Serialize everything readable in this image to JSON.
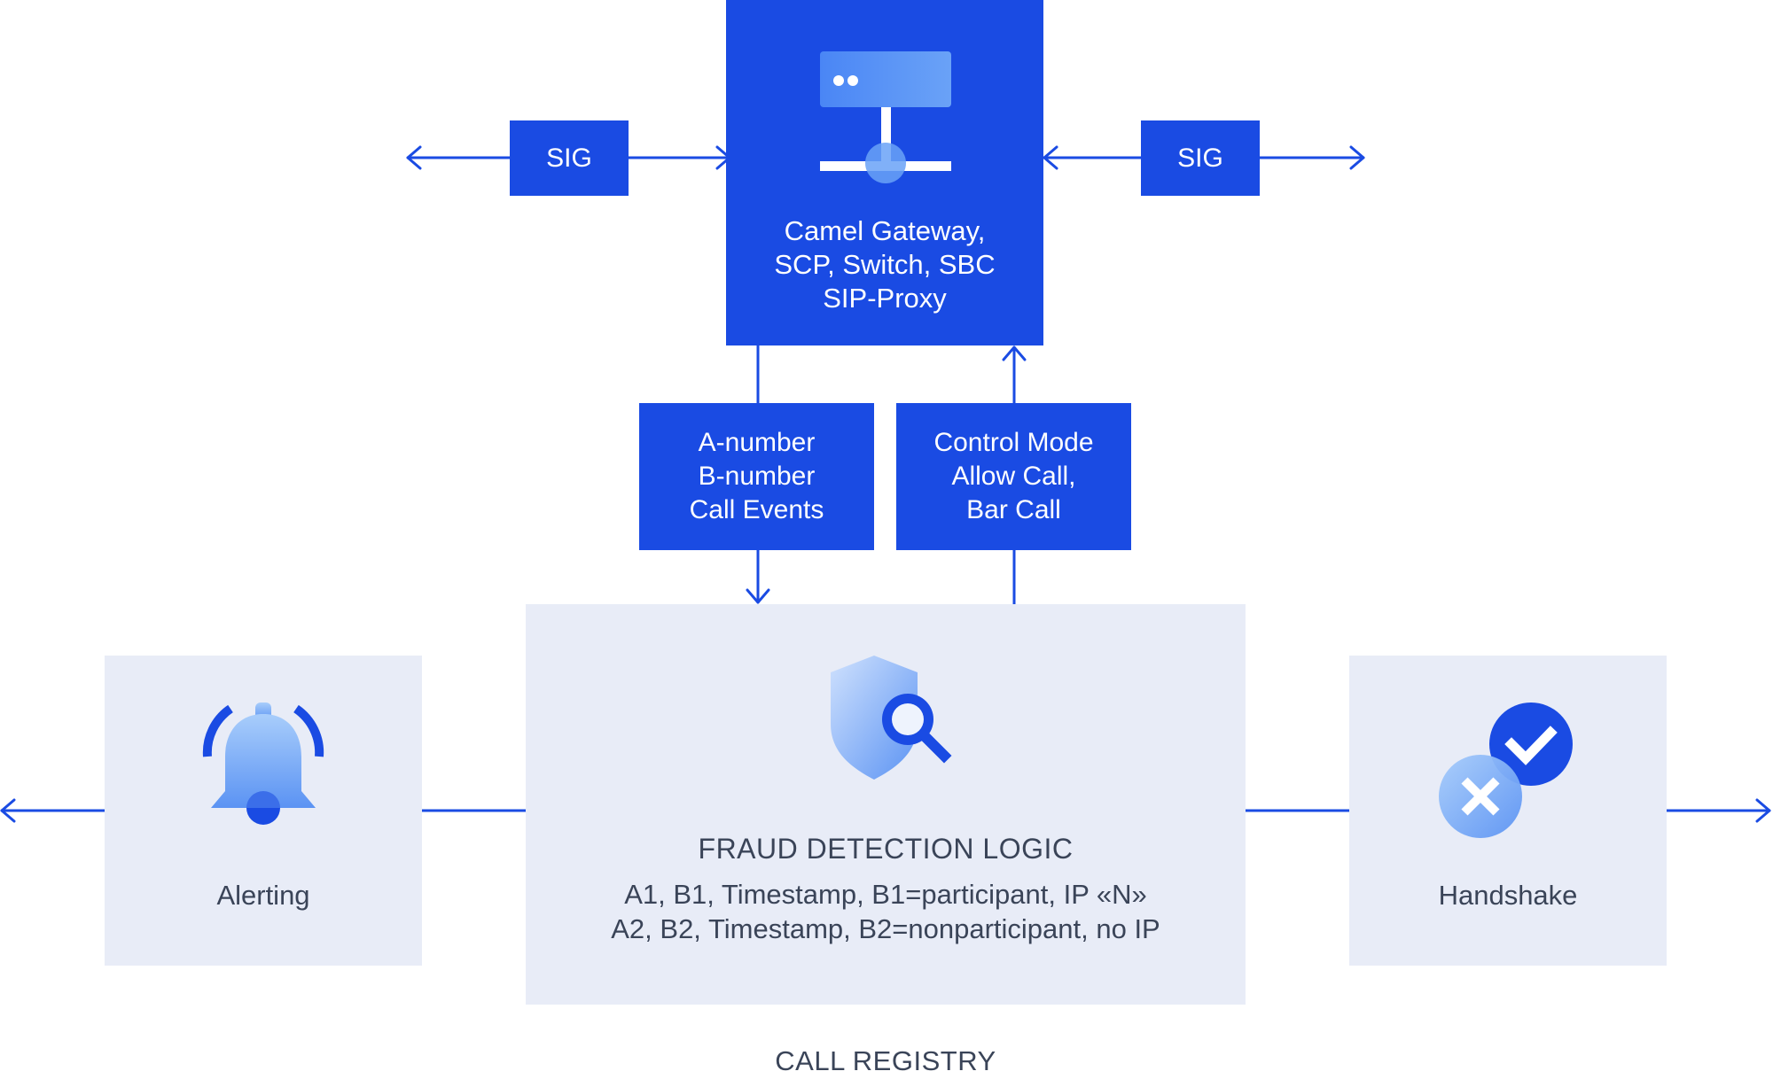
{
  "colors": {
    "primary_blue": "#1a4be3",
    "panel_gray": "#e8ecf7",
    "text_dark": "#3a4458",
    "icon_light_blue": "#8bb7f5"
  },
  "gateway": {
    "icon": "server-network-icon",
    "lines": [
      "Camel Gateway,",
      "SCP, Switch, SBC",
      "SIP-Proxy"
    ]
  },
  "sig_left": {
    "label": "SIG"
  },
  "sig_right": {
    "label": "SIG"
  },
  "request_box": {
    "lines": [
      "A-number",
      "B-number",
      "Call Events"
    ]
  },
  "control_box": {
    "lines": [
      "Control Mode",
      "Allow Call,",
      "Bar Call"
    ]
  },
  "fraud": {
    "icon": "shield-search-icon",
    "title": "FRAUD DETECTION LOGIC",
    "lines": [
      "A1, B1, Timestamp, B1=participant, IP «N»",
      "A2, B2, Timestamp, B2=nonparticipant, no IP"
    ]
  },
  "alerting": {
    "icon": "bell-icon",
    "label": "Alerting"
  },
  "handshake": {
    "icon": "check-cross-icon",
    "label": "Handshake"
  },
  "registry": {
    "label": "CALL REGISTRY"
  }
}
